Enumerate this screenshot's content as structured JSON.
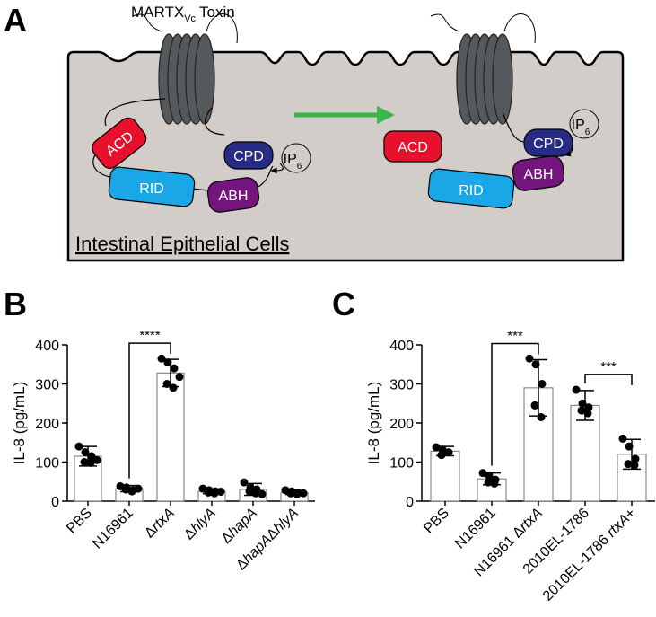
{
  "panels": {
    "a": "A",
    "b": "B",
    "c": "C"
  },
  "diagram": {
    "toxin_label": "MARTX",
    "toxin_subscript": "Vc",
    "toxin_suffix": "Toxin",
    "cell_label": "Intestinal Epithelial Cells",
    "domains_left": [
      "ACD",
      "RID",
      "ABH",
      "CPD"
    ],
    "domains_right": [
      "ACD",
      "RID",
      "ABH",
      "CPD"
    ],
    "ip_label": "IP",
    "ip_subscript": "6",
    "colors": {
      "acd": "#e8112d",
      "rid": "#1aa7e8",
      "abh": "#74157e",
      "cpd": "#262b86",
      "cell": "#d2cdc9",
      "toxin": "#55595b",
      "arrow": "#3ab54a"
    }
  },
  "chart_data": [
    {
      "type": "bar",
      "ylabel": "IL-8 (pg/mL)",
      "ylim": [
        0,
        400
      ],
      "yticks": [
        0,
        100,
        200,
        300,
        400
      ],
      "categories": [
        "PBS",
        "N16961",
        "ΔrtxA",
        "ΔhlyA",
        "ΔhapA",
        "ΔhapAΔhlyA"
      ],
      "italic_parts": [
        false,
        false,
        true,
        true,
        true,
        true
      ],
      "values": [
        115,
        32,
        328,
        25,
        30,
        22
      ],
      "errors": [
        25,
        8,
        35,
        6,
        15,
        5
      ],
      "points": [
        [
          140,
          125,
          115,
          100,
          98,
          105
        ],
        [
          38,
          35,
          28,
          30,
          25,
          32
        ],
        [
          365,
          355,
          340,
          300,
          290,
          318
        ],
        [
          32,
          28,
          25,
          22,
          20,
          24
        ],
        [
          48,
          35,
          30,
          25,
          20,
          18
        ],
        [
          28,
          25,
          22,
          20,
          18,
          20
        ]
      ],
      "significance": [
        {
          "from": 1,
          "to": 2,
          "label": "****"
        }
      ]
    },
    {
      "type": "bar",
      "ylabel": "IL-8 (pg/mL)",
      "ylim": [
        0,
        400
      ],
      "yticks": [
        0,
        100,
        200,
        300,
        400
      ],
      "categories": [
        "PBS",
        "N16961",
        "N16961 ΔrtxA",
        "2010EL-1786",
        "2010EL-1786 rtxA+"
      ],
      "values": [
        128,
        57,
        290,
        245,
        120
      ],
      "errors": [
        12,
        15,
        72,
        38,
        38
      ],
      "points": [
        [
          138,
          132,
          125,
          118
        ],
        [
          72,
          65,
          55,
          48,
          45
        ],
        [
          365,
          350,
          300,
          245,
          215
        ],
        [
          285,
          250,
          240,
          232,
          225
        ],
        [
          160,
          140,
          108,
          95,
          92
        ]
      ],
      "significance": [
        {
          "from": 1,
          "to": 2,
          "label": "***"
        },
        {
          "from": 3,
          "to": 4,
          "label": "***"
        }
      ]
    }
  ]
}
